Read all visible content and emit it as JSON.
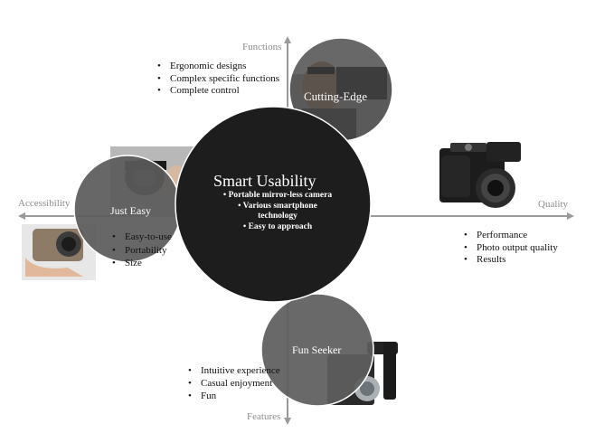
{
  "axes": {
    "top": "Functions",
    "bottom": "Features",
    "left": "Accessibility",
    "right": "Quality"
  },
  "center": {
    "title": "Smart Usability",
    "items": [
      "Portable mirror-less camera",
      "Various smartphone technology",
      "Easy to approach"
    ]
  },
  "cutting_edge": {
    "title": "Cutting-Edge",
    "items": [
      "Ergonomic designs",
      "Complex specific functions",
      "Complete control"
    ]
  },
  "just_easy": {
    "title": "Just Easy",
    "items": [
      "Easy-to-use",
      "Portability",
      "Size"
    ]
  },
  "fun_seeker": {
    "title": "Fun Seeker",
    "items": [
      "Intuitive experience",
      "Casual enjoyment",
      "Fun"
    ]
  },
  "quality": {
    "items": [
      "Performance",
      "Photo output quality",
      "Results"
    ]
  },
  "colors": {
    "axis": "#9a9a9a",
    "center_circle": "#1d1d1d",
    "segment_circle": "#5e5e5e",
    "circle_outline": "#ffffff"
  }
}
